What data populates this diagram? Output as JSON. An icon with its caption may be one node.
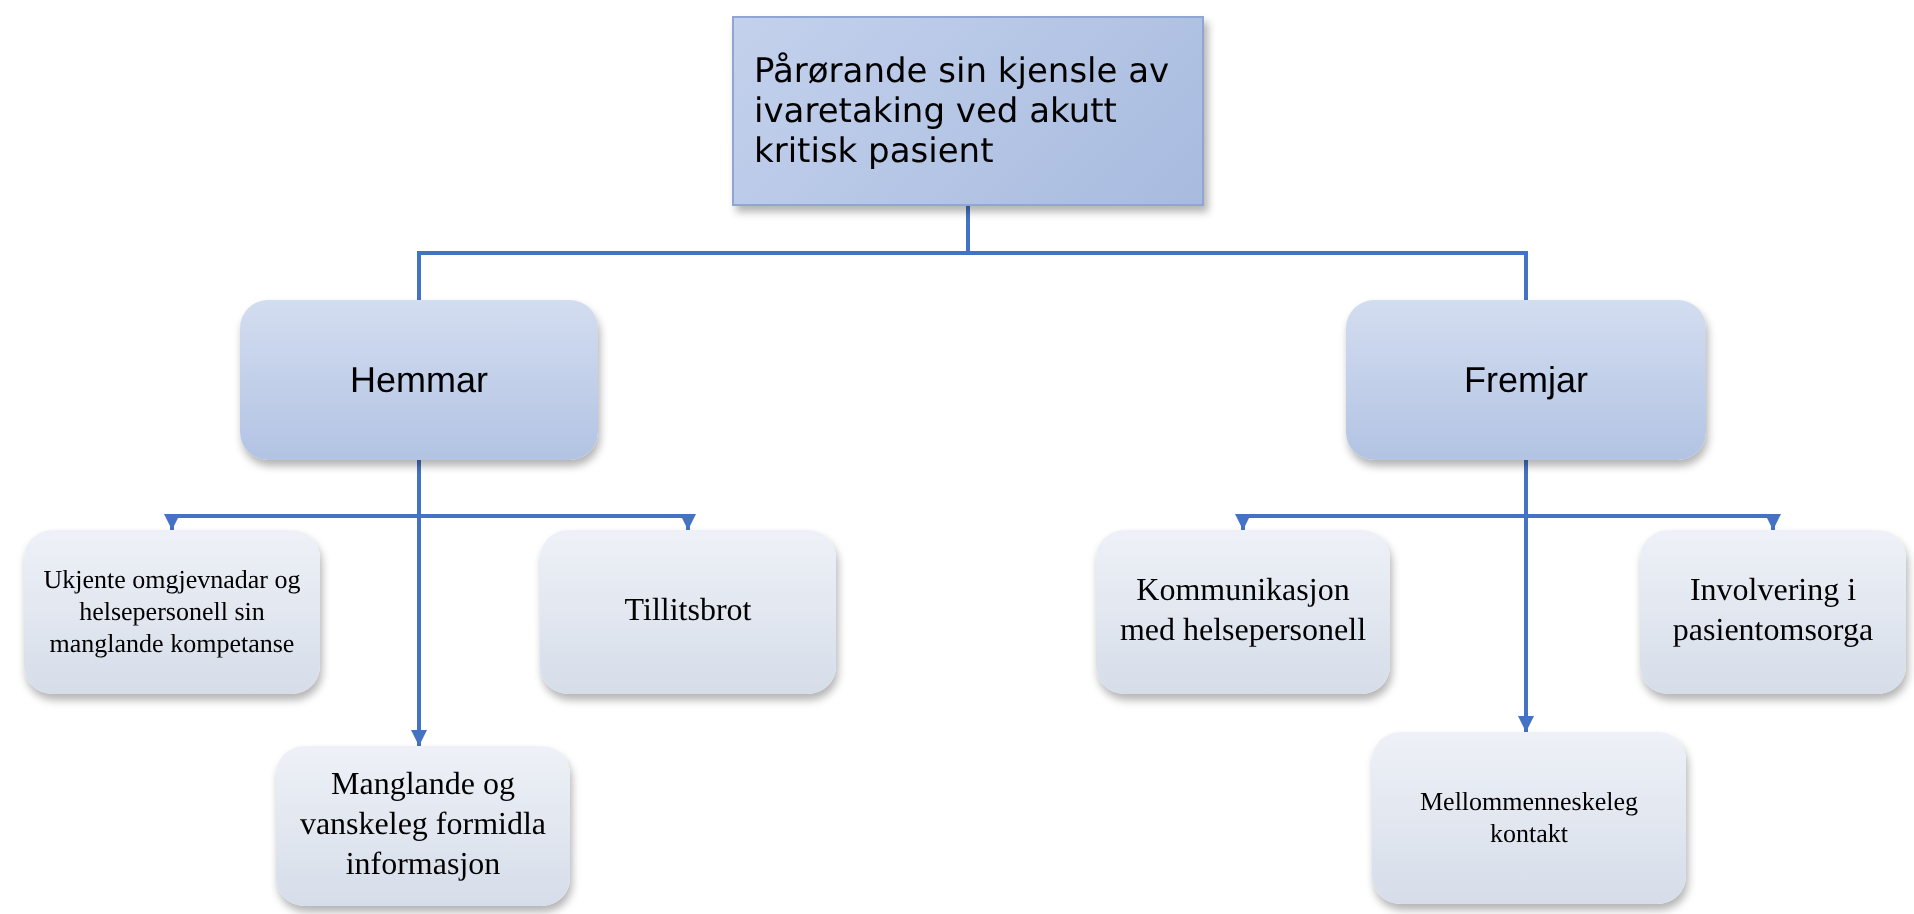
{
  "diagram": {
    "nodes": [
      {
        "text": [
          "Pårørande sin kjensle av ivaretaking ved akutt kritisk pasient"
        ]
      },
      {
        "text": [
          "Hemmar"
        ]
      },
      {
        "text": [
          "Fremjar"
        ]
      },
      {
        "text": [
          "Ukjente omgjevnadar og helsepersonell sin manglande kompetanse"
        ]
      },
      {
        "text": [
          "Tillitsbrot"
        ]
      },
      {
        "text": [
          "Manglande og vanskeleg formidla informasjon"
        ]
      },
      {
        "text": [
          "Kommunikasjon med helsepersonell"
        ]
      },
      {
        "text": [
          "Involvering i pasientomsorga"
        ]
      },
      {
        "text": [
          "Mellommenneskeleg kontakt"
        ]
      }
    ],
    "edges": [
      {
        "from": 0,
        "to": 1,
        "arrow": "none"
      },
      {
        "from": 0,
        "to": 2,
        "arrow": "none"
      },
      {
        "from": 1,
        "to": 3,
        "arrow": "to"
      },
      {
        "from": 1,
        "to": 4,
        "arrow": "to"
      },
      {
        "from": 1,
        "to": 5,
        "arrow": "to"
      },
      {
        "from": 2,
        "to": 6,
        "arrow": "to"
      },
      {
        "from": 2,
        "to": 7,
        "arrow": "to"
      },
      {
        "from": 2,
        "to": 8,
        "arrow": "to"
      }
    ]
  }
}
